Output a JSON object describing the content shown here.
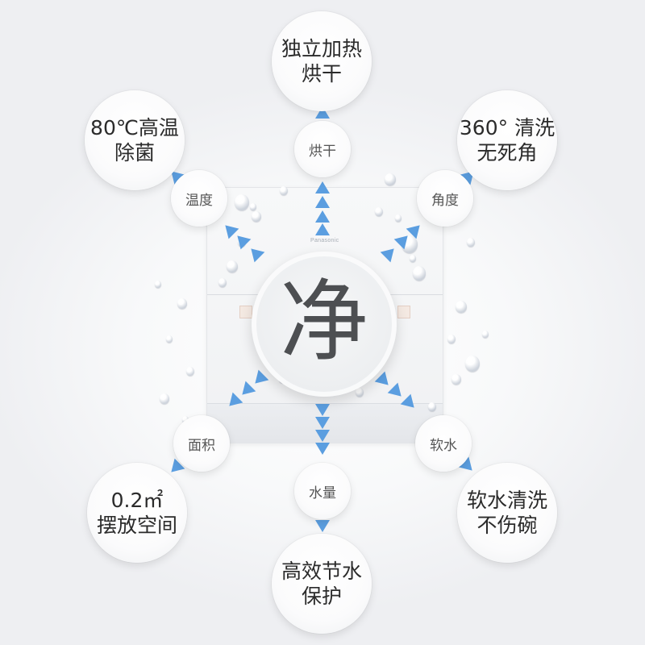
{
  "center_char": "净",
  "brand": "Panasonic",
  "features": {
    "top": {
      "small": "烘干",
      "big": [
        "独立加热",
        "烘干"
      ]
    },
    "top_left": {
      "small": "温度",
      "big": [
        "80℃高温",
        "除菌"
      ]
    },
    "top_right": {
      "small": "角度",
      "big": [
        "360° 清洗",
        "无死角"
      ]
    },
    "bottom_left": {
      "small": "面积",
      "big": [
        "0.2㎡",
        "摆放空间"
      ]
    },
    "bottom": {
      "small": "水量",
      "big": [
        "高效节水",
        "保护"
      ]
    },
    "bottom_right": {
      "small": "软水",
      "big": [
        "软水清洗",
        "不伤碗"
      ]
    }
  },
  "colors": {
    "arrow": "#5b9ee0",
    "text": "#2b2b2b"
  }
}
